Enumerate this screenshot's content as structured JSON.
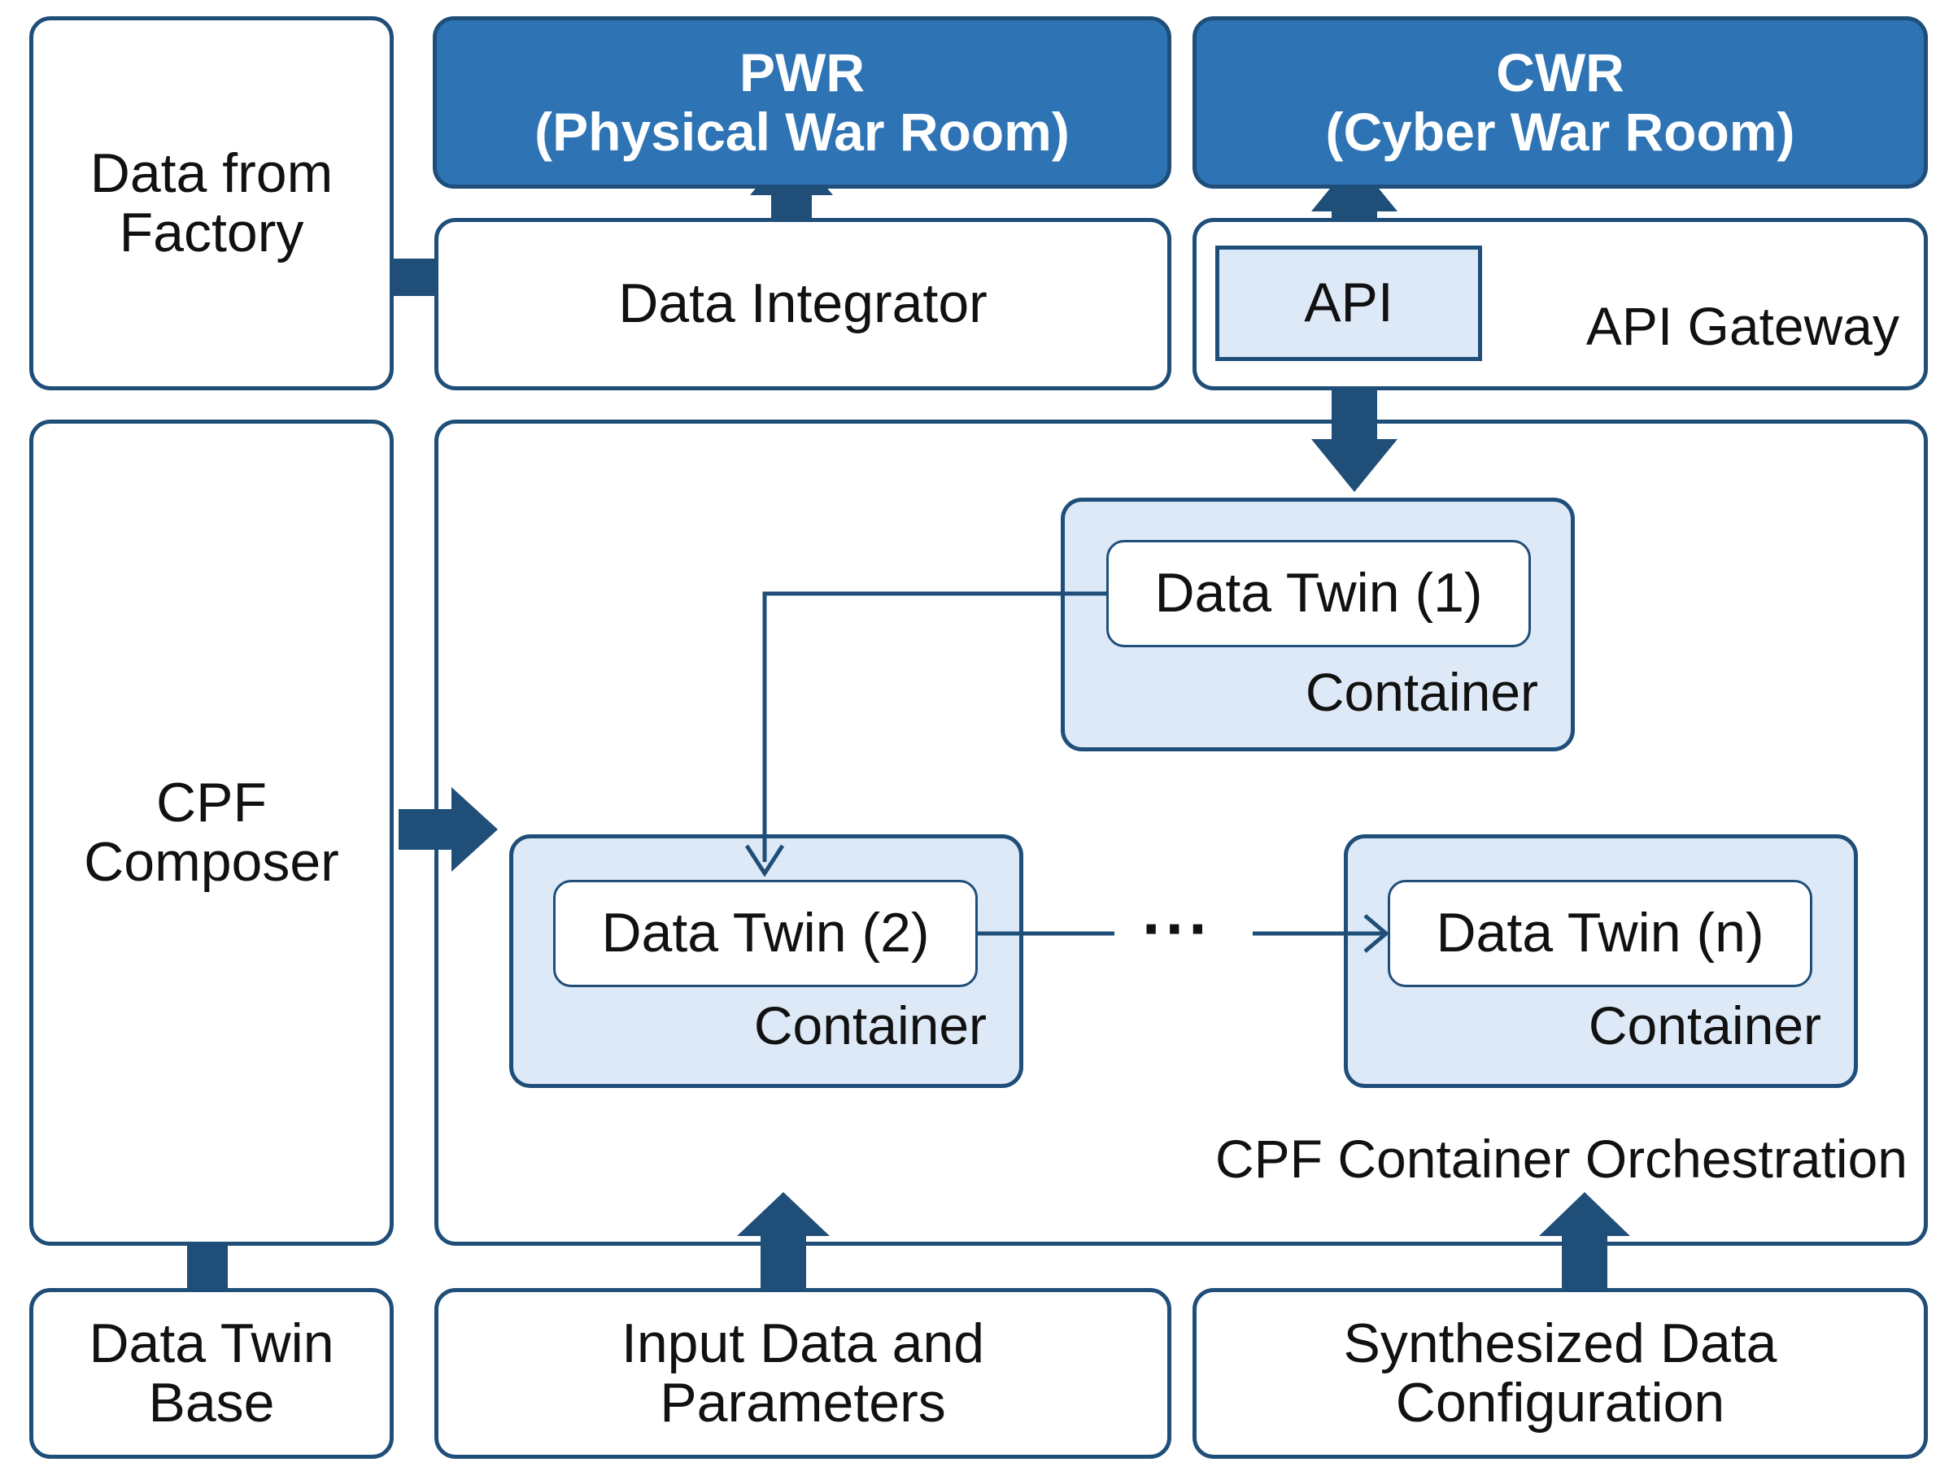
{
  "factory": {
    "line1": "Data from",
    "line2": "Factory"
  },
  "pwr": {
    "line1": "PWR",
    "line2": "(Physical War Room)"
  },
  "cwr": {
    "line1": "CWR",
    "line2": "(Cyber War Room)"
  },
  "integrator": {
    "label": "Data Integrator"
  },
  "gateway": {
    "label": "API Gateway",
    "api": "API"
  },
  "composer": {
    "line1": "CPF",
    "line2": "Composer"
  },
  "orchestration": {
    "label": "CPF Container Orchestration"
  },
  "containers": [
    {
      "twin": "Data Twin (1)",
      "label": "Container"
    },
    {
      "twin": "Data Twin (2)",
      "label": "Container"
    },
    {
      "twin": "Data Twin (n)",
      "label": "Container"
    }
  ],
  "ellipsis": "···",
  "bottom": {
    "twin_base": {
      "line1": "Data Twin",
      "line2": "Base"
    },
    "input": {
      "line1": "Input Data and",
      "line2": "Parameters"
    },
    "synth": {
      "line1": "Synthesized Data",
      "line2": "Configuration"
    }
  },
  "colors": {
    "dark_blue": "#1f4e79",
    "header_blue": "#2e74b5",
    "light_fill": "#dde9f6"
  }
}
